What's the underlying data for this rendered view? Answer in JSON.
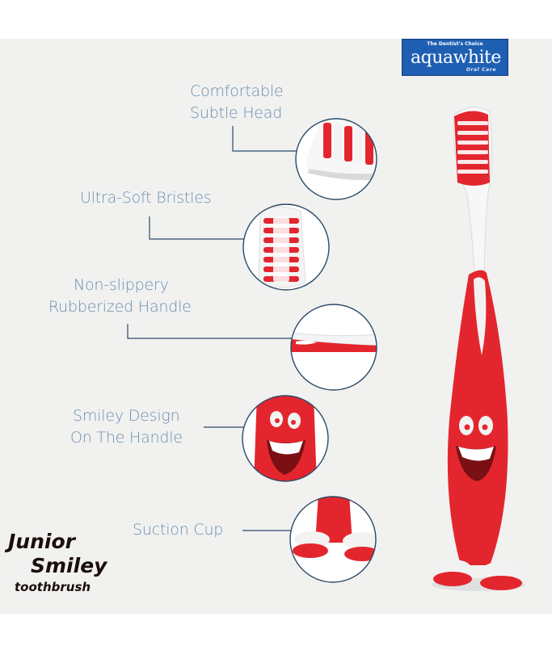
{
  "logo": {
    "tagline": "The Dentist's Choice",
    "name": "aquawhite",
    "subline": "Oral Care"
  },
  "features": [
    {
      "lines": [
        "Comfortable",
        "Subtle Head"
      ]
    },
    {
      "lines": [
        "Ultra-Soft Bristles"
      ]
    },
    {
      "lines": [
        "Non-slippery",
        "Rubberized Handle"
      ]
    },
    {
      "lines": [
        "Smiley Design",
        "On The Handle"
      ]
    },
    {
      "lines": [
        "Suction Cup"
      ]
    }
  ],
  "product_name": {
    "line1": "Junior",
    "line2": "Smiley",
    "line3": "toothbrush"
  },
  "colors": {
    "brush_red": "#e3262e",
    "accent_blue": "#6b8fb0",
    "logo_blue": "#1f5fb3",
    "circle_stroke": "#2b4a66"
  }
}
